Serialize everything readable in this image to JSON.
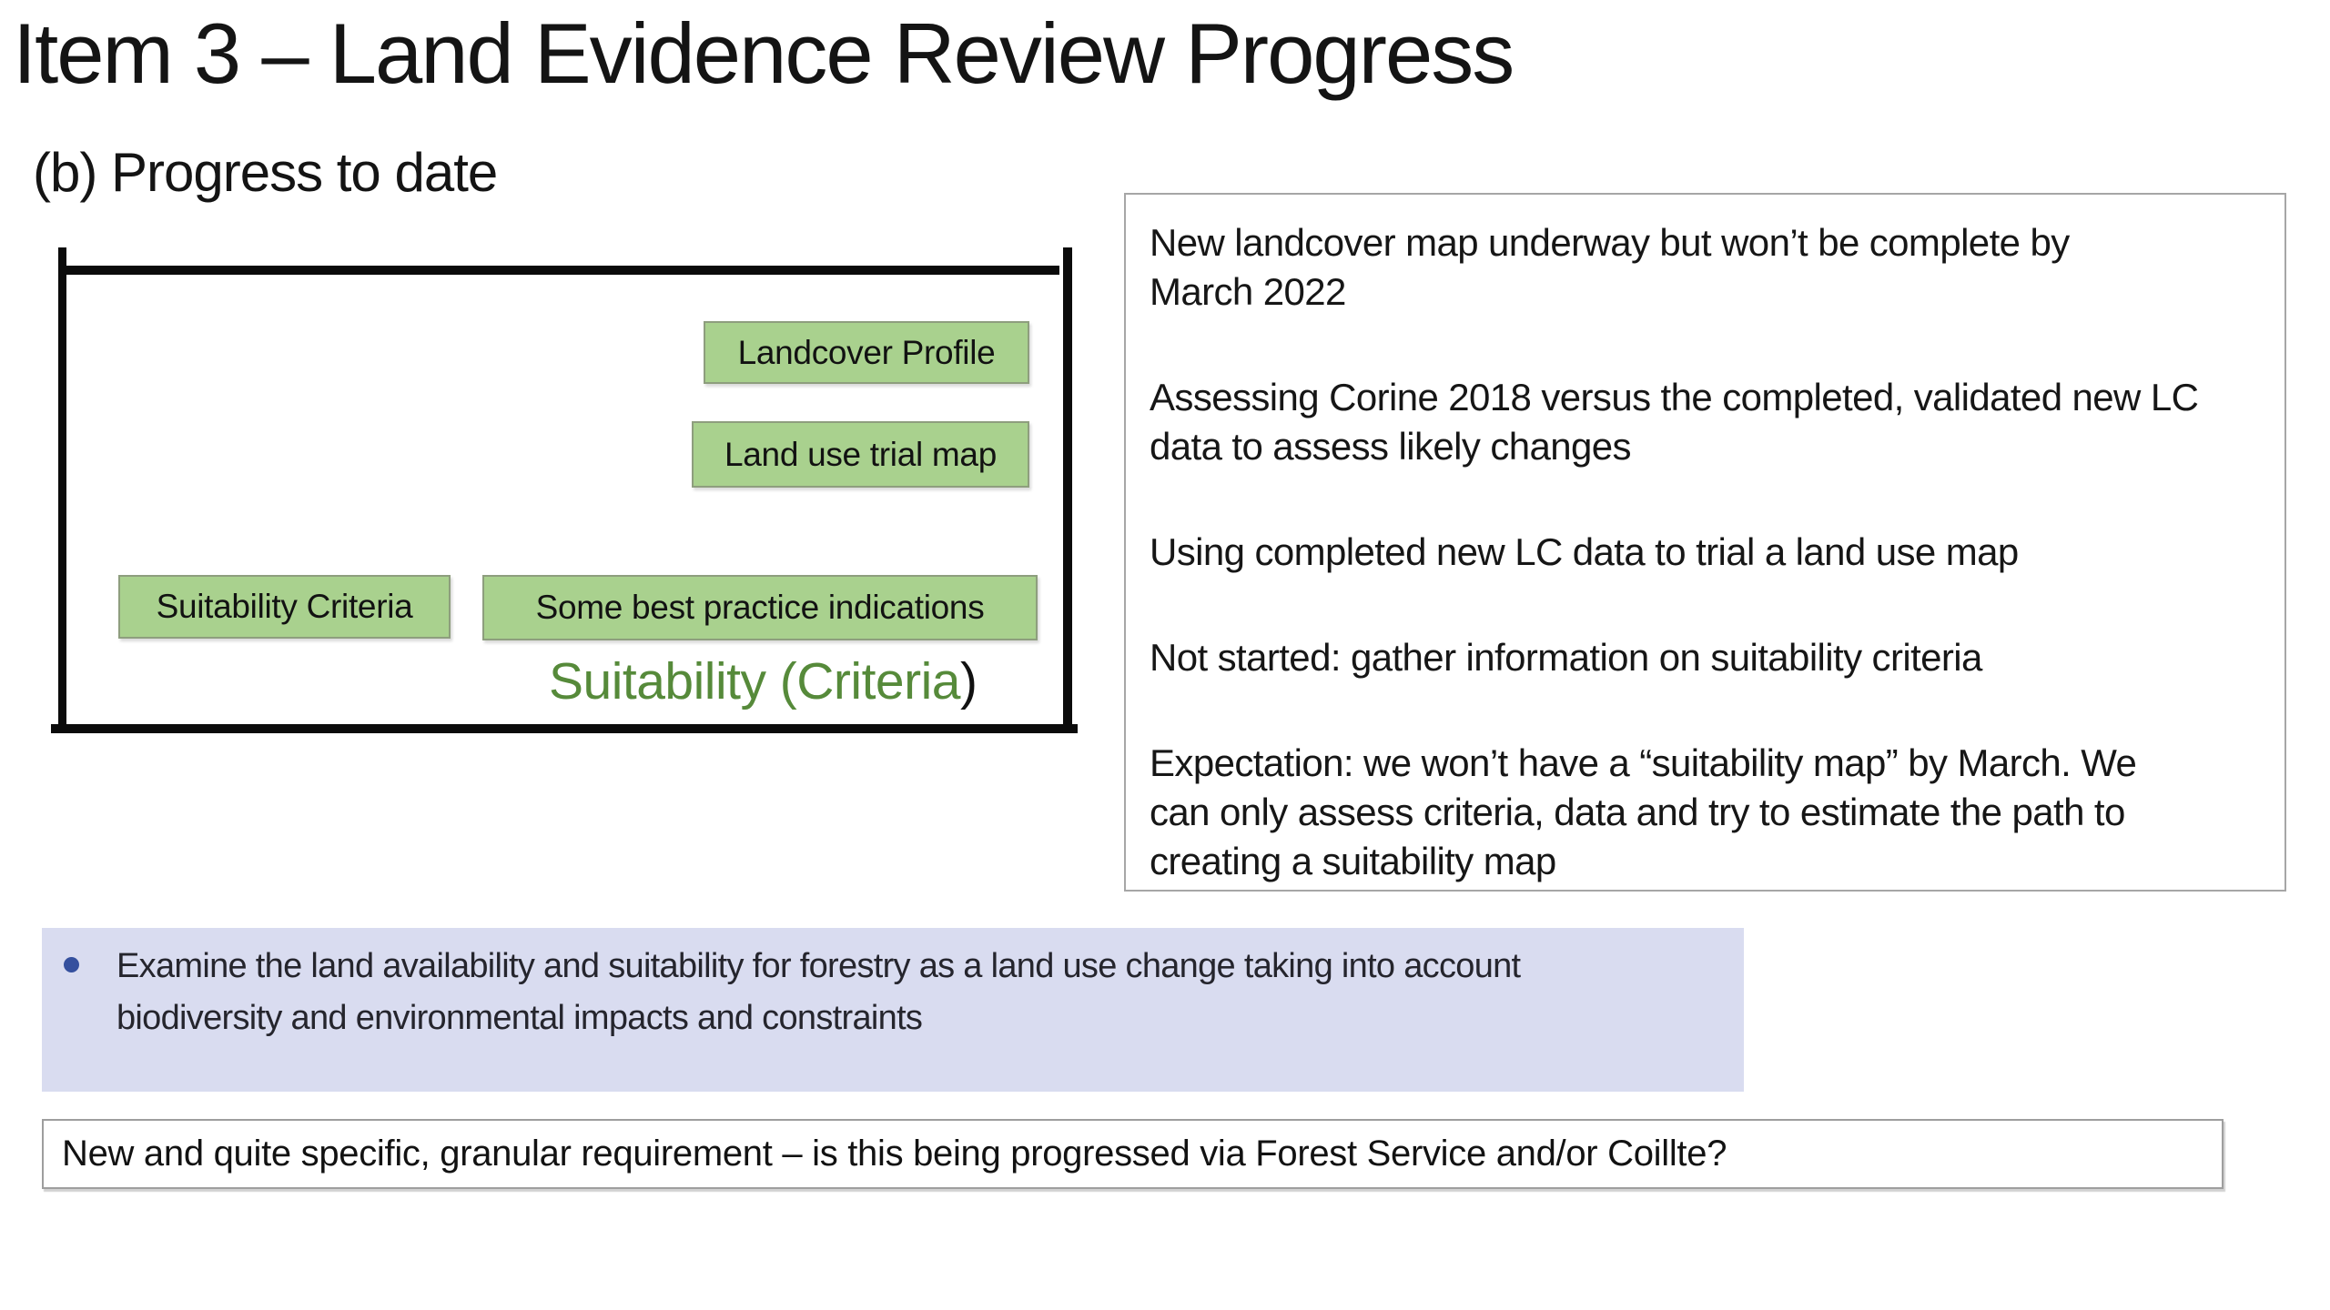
{
  "slide": {
    "title": "Item 3 – Land Evidence Review Progress",
    "subtitle": "(b) Progress to date"
  },
  "diagram": {
    "boxes": {
      "landcover_profile": "Landcover Profile",
      "land_use_trial_map": "Land use trial map",
      "suitability_criteria": "Suitability Criteria",
      "best_practice": "Some best practice indications"
    },
    "caption": {
      "green_text": "Suitability (Criteria",
      "black_suffix": ")"
    }
  },
  "notes_panel": {
    "lines": [
      "New landcover map underway but won’t be complete by",
      "March 2022",
      "Assessing Corine 2018 versus the completed, validated new LC",
      "data to assess likely changes",
      "Using completed new LC data to trial a land use map",
      "Not started: gather information on suitability criteria",
      "Expectation: we won’t have a “suitability map” by March. We",
      "can only assess criteria, data and try to estimate the path to",
      "creating a suitability map"
    ]
  },
  "highlight": {
    "bullet_lines": [
      "Examine the land availability and suitability for forestry as a land use change taking into account",
      "biodiversity and environmental impacts and constraints"
    ]
  },
  "comment": {
    "text": "New and quite specific, granular requirement – is this being progressed via Forest Service and/or Coillte?"
  },
  "colors": {
    "green_box_fill": "#A9D18E",
    "green_box_border": "#8E9E7E",
    "caption_green": "#568A3A",
    "frame_black": "#0B0B0B",
    "highlight_lavender": "#D9DCF0",
    "bullet_blue": "#35509E",
    "panel_border_gray": "#A6A6A6",
    "text_dark": "#161616"
  }
}
